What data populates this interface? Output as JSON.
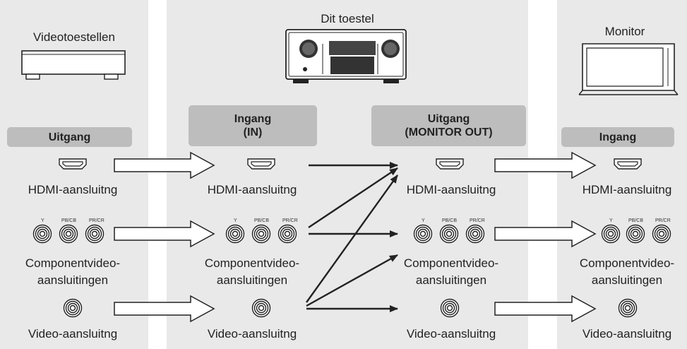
{
  "devices": {
    "source": "Videotoestellen",
    "receiver": "Dit toestel",
    "monitor": "Monitor"
  },
  "headers": {
    "source_output": "Uitgang",
    "receiver_input": [
      "Ingang",
      "(IN)"
    ],
    "receiver_output": [
      "Uitgang",
      "(MONITOR OUT)"
    ],
    "monitor_input": "Ingang"
  },
  "connectors": {
    "hdmi": "HDMI-aansluitng",
    "component": [
      "Componentvideo-",
      "aansluitingen"
    ],
    "video": "Video-aansluitng",
    "component_pins": [
      "Y",
      "PB/CB",
      "PR/CR"
    ]
  },
  "routing": [
    {
      "from": "HDMI",
      "to": "HDMI"
    },
    {
      "from": "Component",
      "to": "HDMI"
    },
    {
      "from": "Component",
      "to": "Component"
    },
    {
      "from": "Video",
      "to": "HDMI"
    },
    {
      "from": "Video",
      "to": "Component"
    },
    {
      "from": "Video",
      "to": "Video"
    }
  ],
  "colors": {
    "panel": "#e9e9e9",
    "header": "#bdbdbd",
    "line": "#222222"
  }
}
